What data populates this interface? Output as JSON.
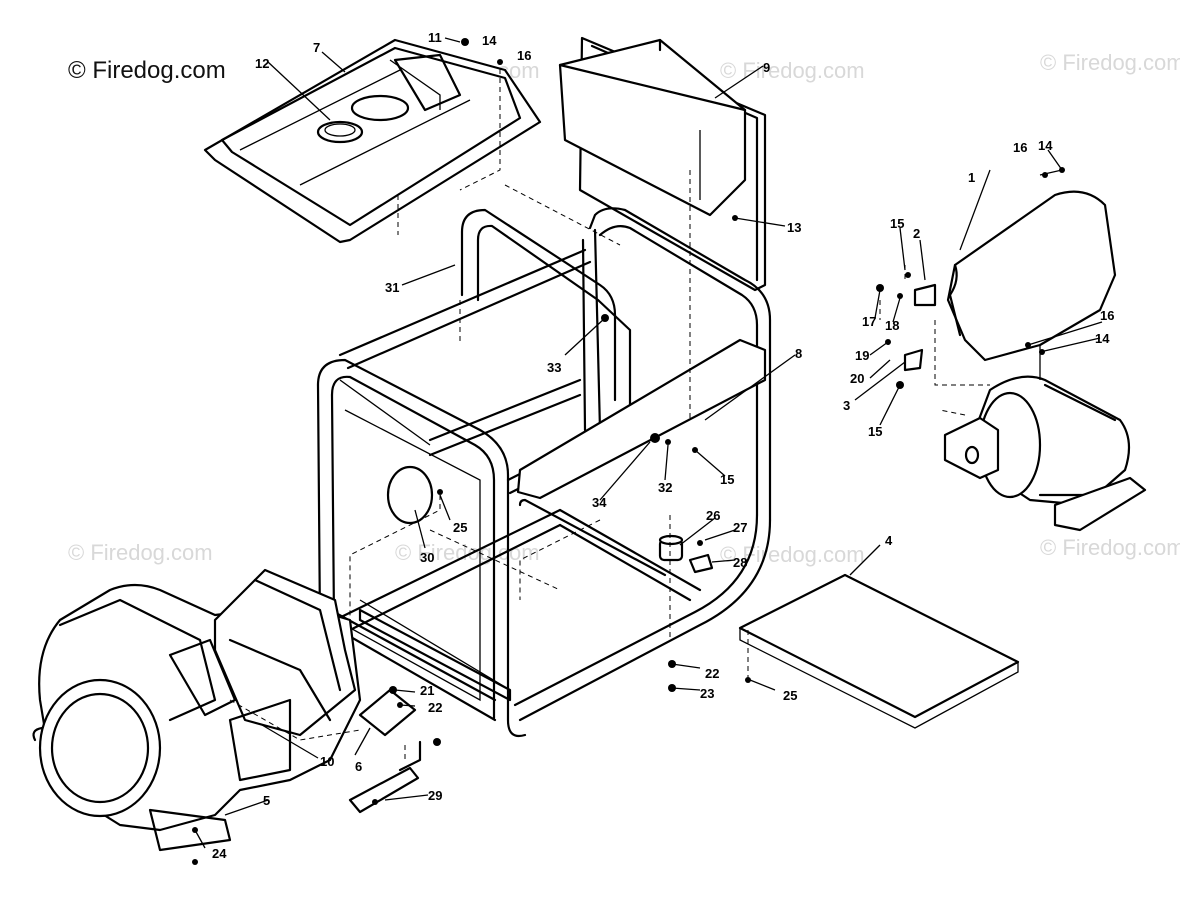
{
  "watermark": {
    "main": "© Firedog.com",
    "faint": "© Firedog.com"
  },
  "callouts": [
    {
      "id": "c1",
      "text": "1"
    },
    {
      "id": "c2",
      "text": "2"
    },
    {
      "id": "c3",
      "text": "3"
    },
    {
      "id": "c4",
      "text": "4"
    },
    {
      "id": "c5",
      "text": "5"
    },
    {
      "id": "c6",
      "text": "6"
    },
    {
      "id": "c7",
      "text": "7"
    },
    {
      "id": "c8",
      "text": "8"
    },
    {
      "id": "c9",
      "text": "9"
    },
    {
      "id": "c10",
      "text": "10"
    },
    {
      "id": "c11",
      "text": "11"
    },
    {
      "id": "c12",
      "text": "12"
    },
    {
      "id": "c13",
      "text": "13"
    },
    {
      "id": "c14a",
      "text": "14"
    },
    {
      "id": "c14b",
      "text": "14"
    },
    {
      "id": "c14c",
      "text": "14"
    },
    {
      "id": "c15a",
      "text": "15"
    },
    {
      "id": "c15b",
      "text": "15"
    },
    {
      "id": "c15c",
      "text": "15"
    },
    {
      "id": "c16a",
      "text": "16"
    },
    {
      "id": "c16b",
      "text": "16"
    },
    {
      "id": "c16c",
      "text": "16"
    },
    {
      "id": "c17",
      "text": "17"
    },
    {
      "id": "c18",
      "text": "18"
    },
    {
      "id": "c19",
      "text": "19"
    },
    {
      "id": "c20",
      "text": "20"
    },
    {
      "id": "c21",
      "text": "21"
    },
    {
      "id": "c22a",
      "text": "22"
    },
    {
      "id": "c22b",
      "text": "22"
    },
    {
      "id": "c23",
      "text": "23"
    },
    {
      "id": "c24",
      "text": "24"
    },
    {
      "id": "c25a",
      "text": "25"
    },
    {
      "id": "c25b",
      "text": "25"
    },
    {
      "id": "c26",
      "text": "26"
    },
    {
      "id": "c27",
      "text": "27"
    },
    {
      "id": "c28",
      "text": "28"
    },
    {
      "id": "c29",
      "text": "29"
    },
    {
      "id": "c30",
      "text": "30"
    },
    {
      "id": "c31",
      "text": "31"
    },
    {
      "id": "c32",
      "text": "32"
    },
    {
      "id": "c33",
      "text": "33"
    },
    {
      "id": "c34",
      "text": "34"
    }
  ]
}
